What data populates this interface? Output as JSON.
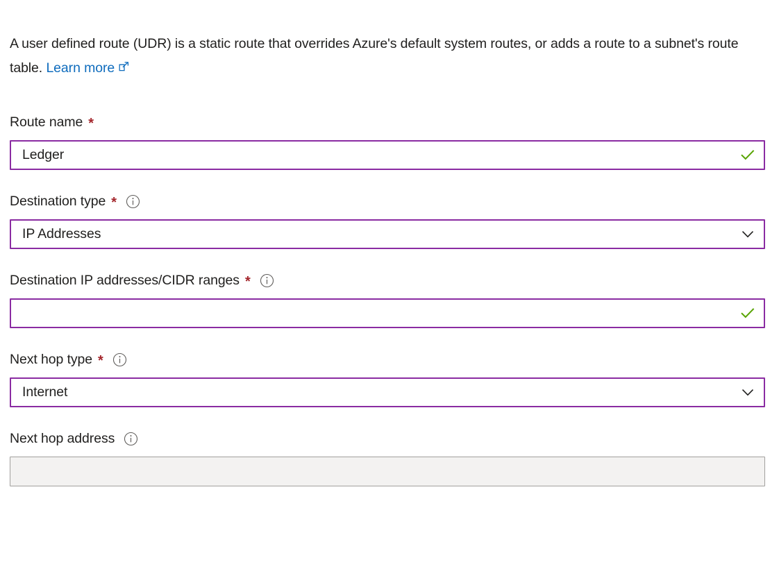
{
  "intro": {
    "text_before_link": "A user defined route (UDR) is a static route that overrides Azure's default system routes, or adds a route to a subnet's route table.",
    "link_label": "Learn more",
    "link_icon": "external-link-icon"
  },
  "colors": {
    "accent_border": "#8a2ba2",
    "link": "#0f6cbd",
    "required_asterisk": "#a4262c",
    "valid_check": "#57a300",
    "text": "#201f1e",
    "disabled_bg": "#f3f2f1",
    "disabled_border": "#a19f9d"
  },
  "form": {
    "fields": [
      {
        "name": "route-name",
        "label": "Route name",
        "required": true,
        "has_info": false,
        "type": "text",
        "value": "Ledger",
        "placeholder": "",
        "adornment": "valid-check-icon",
        "disabled": false
      },
      {
        "name": "destination-type",
        "label": "Destination type",
        "required": true,
        "has_info": true,
        "type": "select",
        "value": "IP Addresses",
        "placeholder": "",
        "adornment": "chevron-down-icon",
        "disabled": false
      },
      {
        "name": "destination-ip-addresses",
        "label": "Destination IP addresses/CIDR ranges",
        "required": true,
        "has_info": true,
        "type": "text",
        "value": "",
        "placeholder": "",
        "adornment": "valid-check-icon",
        "disabled": false
      },
      {
        "name": "next-hop-type",
        "label": "Next hop type",
        "required": true,
        "has_info": true,
        "type": "select",
        "value": "Internet",
        "placeholder": "",
        "adornment": "chevron-down-icon",
        "disabled": false
      },
      {
        "name": "next-hop-address",
        "label": "Next hop address",
        "required": false,
        "has_info": true,
        "type": "text",
        "value": "",
        "placeholder": "",
        "adornment": "none",
        "disabled": true
      }
    ]
  }
}
